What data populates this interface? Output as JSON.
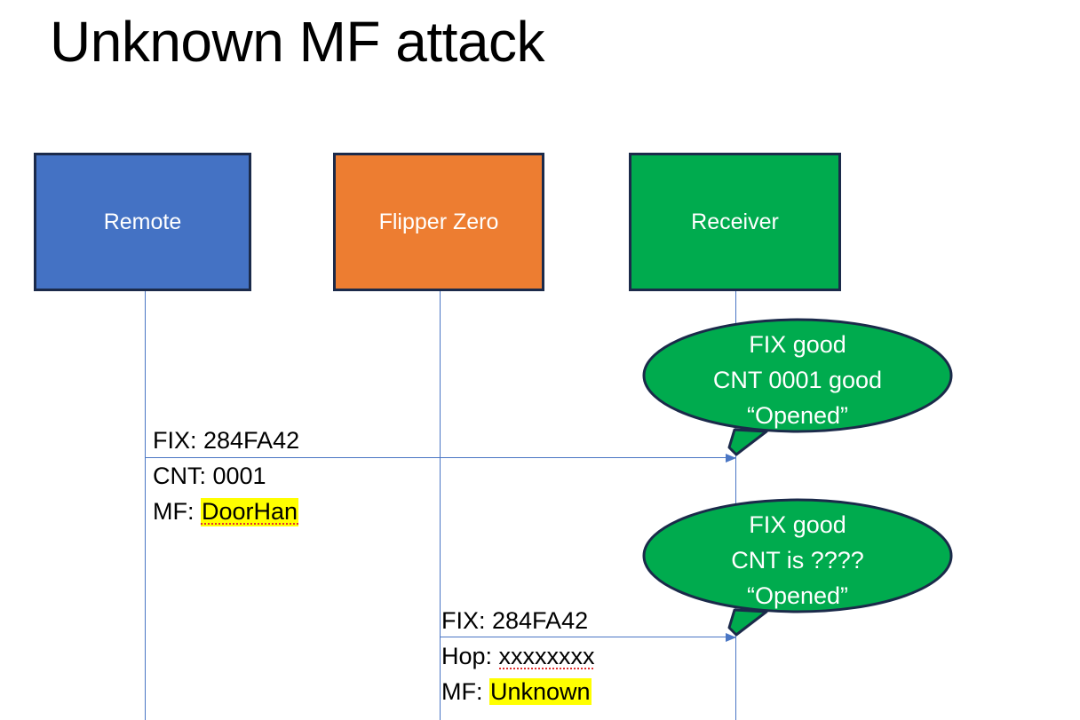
{
  "slide": {
    "title": "Unknown MF attack",
    "background_color": "#ffffff"
  },
  "colors": {
    "remote_box": "#4472c4",
    "flipper_box": "#ed7d31",
    "receiver_box": "#00ab4e",
    "box_border": "#1b2a4a",
    "lifeline": "#4a76c4",
    "arrow": "#4a76c4",
    "bubble_fill": "#00ab4e",
    "bubble_border": "#1b2a4a",
    "highlight": "#ffff00",
    "spellcheck_underline": "#e03030",
    "text_dark": "#000000",
    "text_light": "#ffffff"
  },
  "actors": [
    {
      "id": "remote",
      "label": "Remote"
    },
    {
      "id": "flipper",
      "label": "Flipper Zero"
    },
    {
      "id": "receiver",
      "label": "Receiver"
    }
  ],
  "messages": [
    {
      "id": "msg-1",
      "from": "remote",
      "to": "receiver",
      "line1": "FIX: 284FA42",
      "line2_prefix": "CNT: 0001",
      "line3_prefix": "MF: ",
      "line3_highlight": "DoorHan"
    },
    {
      "id": "msg-2",
      "from": "flipper",
      "to": "receiver",
      "line1": "FIX: 284FA42",
      "line2_prefix": "Hop: ",
      "line2_spell": "xxxxxxxx",
      "line3_prefix": "MF: ",
      "line3_highlight": "Unknown"
    }
  ],
  "bubbles": [
    {
      "id": "bubble-1",
      "line1": "FIX good",
      "line2": "CNT 0001 good",
      "line3": "“Opened”"
    },
    {
      "id": "bubble-2",
      "line1": "FIX good",
      "line2": "CNT is ????",
      "line3": "“Opened”"
    }
  ]
}
